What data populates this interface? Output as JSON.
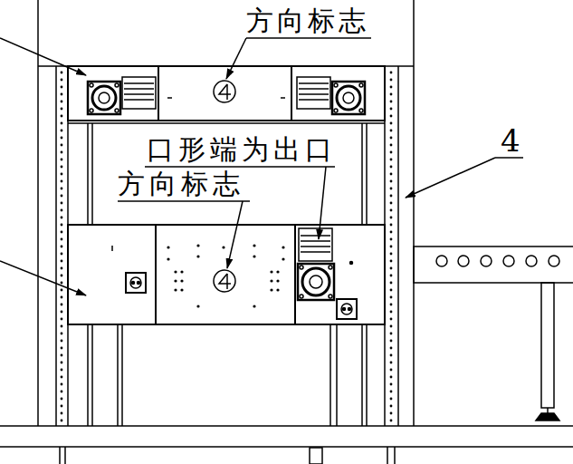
{
  "diagram": {
    "labels": [
      "方向标志",
      "口形端为出口",
      "方向标志",
      "4"
    ]
  }
}
